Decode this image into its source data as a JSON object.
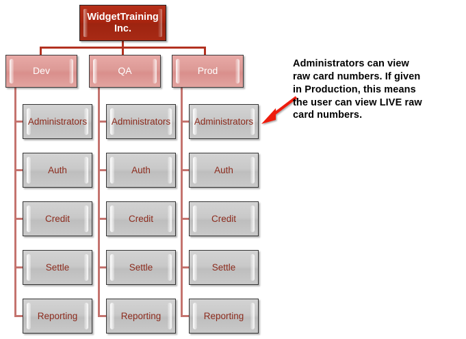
{
  "diagram": {
    "title": "Widget Training Inc. environment / security group hierarchy",
    "background": "#ffffff",
    "colors": {
      "root_fill": "#a8240f",
      "root_text": "#ffffff",
      "env_fill": "#dd9a96",
      "env_text": "#ffffff",
      "group_fill": "#c9c9c9",
      "group_text": "#8c2b1d",
      "connector": "#c4736e",
      "connector_root": "#b23120",
      "arrow": "#ee1c11",
      "annotation_text": "#000000"
    },
    "root": {
      "label": "WidgetTraining Inc.",
      "line1": "WidgetTraining",
      "line2": "Inc."
    },
    "environments": [
      {
        "label": "Dev"
      },
      {
        "label": "QA"
      },
      {
        "label": "Prod"
      }
    ],
    "groups": [
      "Administrators",
      "Auth",
      "Credit",
      "Settle",
      "Reporting"
    ],
    "columns": [
      {
        "env": "Dev",
        "children": [
          "Administrators",
          "Auth",
          "Credit",
          "Settle",
          "Reporting"
        ]
      },
      {
        "env": "QA",
        "children": [
          "Administrators",
          "Auth",
          "Credit",
          "Settle",
          "Reporting"
        ]
      },
      {
        "env": "Prod",
        "children": [
          "Administrators",
          "Auth",
          "Credit",
          "Settle",
          "Reporting"
        ]
      }
    ],
    "annotation": {
      "text": "Administrators can view raw card numbers. If given in Production, this means the user can view LIVE raw card numbers.",
      "line1": "Administrators can view",
      "line2": "raw card numbers. If given",
      "line3": "in Production, this means",
      "line4": "the user can view LIVE raw",
      "line5": "card numbers.",
      "points_to": "Prod Administrators"
    }
  }
}
